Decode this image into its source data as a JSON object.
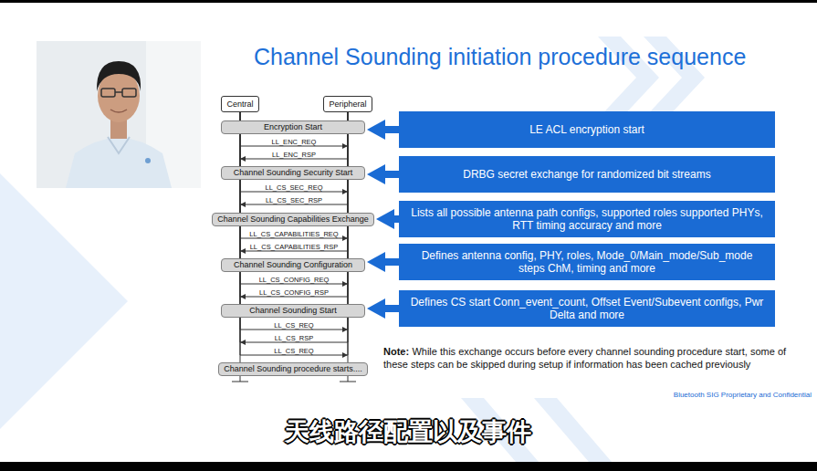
{
  "diagram": {
    "title": "Channel Sounding initiation procedure sequence",
    "nodes": [
      {
        "text": [
          "Central"
        ]
      },
      {
        "text": [
          "Peripheral"
        ]
      },
      {
        "text": [
          "Encryption Start"
        ]
      },
      {
        "text": [
          "LE ACL encryption start"
        ]
      },
      {
        "text": [
          "Channel Sounding Security Start"
        ]
      },
      {
        "text": [
          "DRBG secret exchange for randomized bit streams"
        ]
      },
      {
        "text": [
          "Channel Sounding Capabilities Exchange"
        ]
      },
      {
        "text": [
          "Lists all possible antenna path configs, supported roles supported PHYs, RTT timing accuracy and more"
        ]
      },
      {
        "text": [
          "Channel Sounding Configuration"
        ]
      },
      {
        "text": [
          "Defines antenna config, PHY, roles, Mode_0/Main_mode/Sub_mode steps ChM, timing and more"
        ]
      },
      {
        "text": [
          "Channel Sounding Start"
        ]
      },
      {
        "text": [
          "Defines CS start Conn_event_count, Offset Event/Subevent configs, Pwr Delta and more"
        ]
      },
      {
        "text": [
          "Channel Sounding procedure starts...."
        ]
      }
    ],
    "edges": [
      {
        "from": 0,
        "to": 1,
        "arrow": "to",
        "label": "LL_ENC_REQ"
      },
      {
        "from": 1,
        "to": 0,
        "arrow": "to",
        "label": "LL_ENC_RSP"
      },
      {
        "from": 0,
        "to": 1,
        "arrow": "to",
        "label": "LL_CS_SEC_REQ"
      },
      {
        "from": 1,
        "to": 0,
        "arrow": "to",
        "label": "LL_CS_SEC_RSP"
      },
      {
        "from": 0,
        "to": 1,
        "arrow": "to",
        "label": "LL_CS_CAPABILITIES_REQ"
      },
      {
        "from": 1,
        "to": 0,
        "arrow": "to",
        "label": "LL_CS_CAPABILITIES_RSP"
      },
      {
        "from": 0,
        "to": 1,
        "arrow": "to",
        "label": "LL_CS_CONFIG_REQ"
      },
      {
        "from": 1,
        "to": 0,
        "arrow": "to",
        "label": "LL_CS_CONFIG_RSP"
      },
      {
        "from": 0,
        "to": 1,
        "arrow": "to",
        "label": "LL_CS_REQ"
      },
      {
        "from": 1,
        "to": 0,
        "arrow": "to",
        "label": "LL_CS_RSP"
      },
      {
        "from": 0,
        "to": 1,
        "arrow": "to",
        "label": "LL_CS_REQ"
      },
      {
        "from": 3,
        "to": 2,
        "arrow": "to"
      },
      {
        "from": 5,
        "to": 4,
        "arrow": "to"
      },
      {
        "from": 7,
        "to": 6,
        "arrow": "to"
      },
      {
        "from": 9,
        "to": 8,
        "arrow": "to"
      },
      {
        "from": 11,
        "to": 10,
        "arrow": "to"
      }
    ],
    "labels": [
      "Note:",
      "While this exchange occurs before every channel sounding procedure start, some of these steps can be skipped during setup if information has been cached previously",
      "Bluetooth SIG Proprietary and Confidential",
      "天线路径配置以及事件"
    ]
  }
}
